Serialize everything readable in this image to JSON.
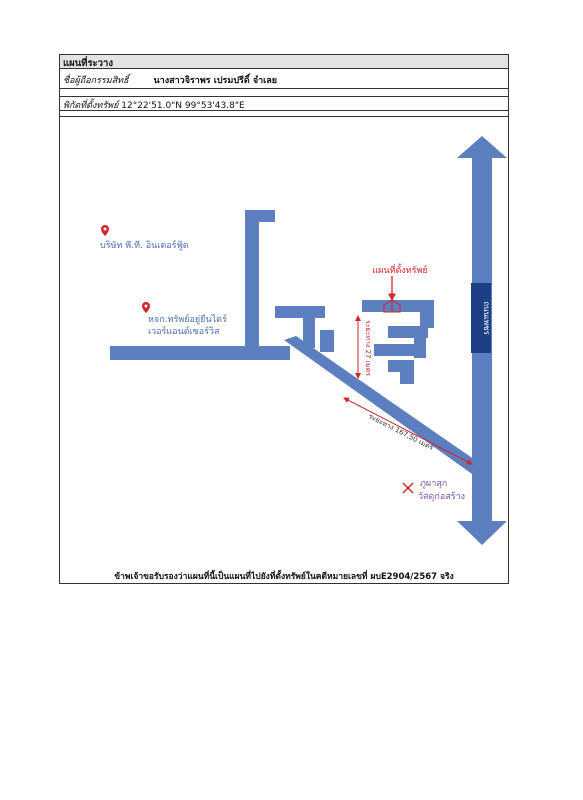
{
  "header": {
    "title": "แผนที่ระวาง",
    "owner_label": "ชื่อผู้ถือกรรมสิทธิ์",
    "owner_name": "นางสาวจิราพร เปรมปรีดิ์ จำเลย",
    "coord_label": "พิกัดที่ตั้งทรัพย์",
    "coord_value": "12°22'51.0\"N 99°53'43.8\"E"
  },
  "map": {
    "road_color": "#5b7fbf",
    "label_color": "#d3262b",
    "road_name": "ถนนเพชร",
    "subject_label": "แผนที่ตั้งทรัพย์",
    "distance_width": "ระยะทาง 27 เมตร",
    "distance_road": "ระยะทาง 167.50 เมตร",
    "places": [
      {
        "name_line1": "บริษัท พี.ที. อินเตอร์ฟู้ด",
        "name_line2": "",
        "color": "#4a6fb0"
      },
      {
        "name_line1": "หจก.ทรัพย์อยู่ยืนไดร์",
        "name_line2": "เวอร์แอนด์เซอร์วิส",
        "color": "#4a6fb0"
      },
      {
        "name_line1": "ภูผาสุก",
        "name_line2": "วัสดุก่อสร้าง",
        "color": "#7a4fa8"
      }
    ]
  },
  "footer": {
    "certification": "ข้าพเจ้าขอรับรองว่าแผนที่นี้เป็นแผนที่ไปยังที่ตั้งทรัพย์ในคดีหมายเลขที่ ผบE2904/2567 จริง"
  }
}
